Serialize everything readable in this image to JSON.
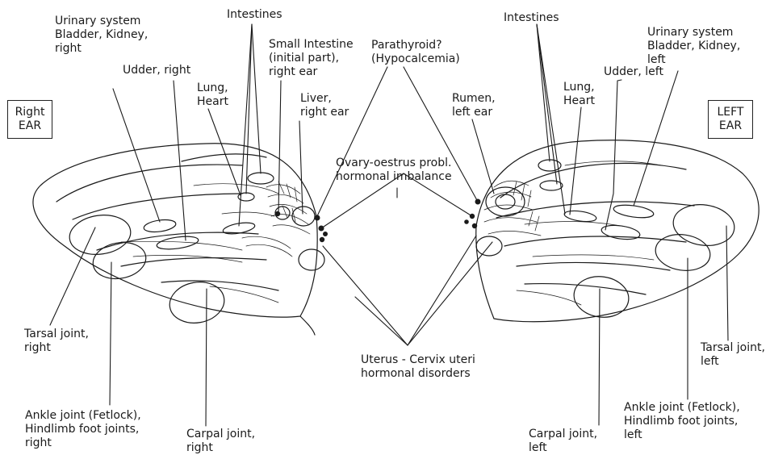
{
  "colors": {
    "ink": "#1a1a1a",
    "background": "#ffffff"
  },
  "ear_tags": {
    "right": "Right\nEAR",
    "left": "LEFT\nEAR"
  },
  "labels": {
    "intestines_right": "Intestines",
    "urinary_right": "Urinary system\nBladder, Kidney,\nright",
    "udder_right": "Udder, right",
    "lung_heart_right": "Lung,\nHeart",
    "small_intestine": "Small Intestine\n(initial part),\nright ear",
    "liver": "Liver,\nright ear",
    "parathyroid": "Parathyroid?\n(Hypocalcemia)",
    "ovary": "Ovary-oestrus probl.\nhormonal imbalance",
    "rumen": "Rumen,\nleft ear",
    "intestines_left": "Intestines",
    "lung_heart_left": "Lung,\nHeart",
    "udder_left": "Udder, left",
    "urinary_left": "Urinary system\nBladder, Kidney,\nleft",
    "tarsal_right": "Tarsal joint,\nright",
    "ankle_right": "Ankle joint (Fetlock),\nHindlimb foot joints,\nright",
    "carpal_right": "Carpal joint,\nright",
    "uterus": "Uterus - Cervix uteri\nhormonal disorders",
    "carpal_left": "Carpal joint,\nleft",
    "tarsal_left": "Tarsal joint,\nleft",
    "ankle_left": "Ankle joint (Fetlock),\nHindlimb foot joints,\nleft"
  }
}
